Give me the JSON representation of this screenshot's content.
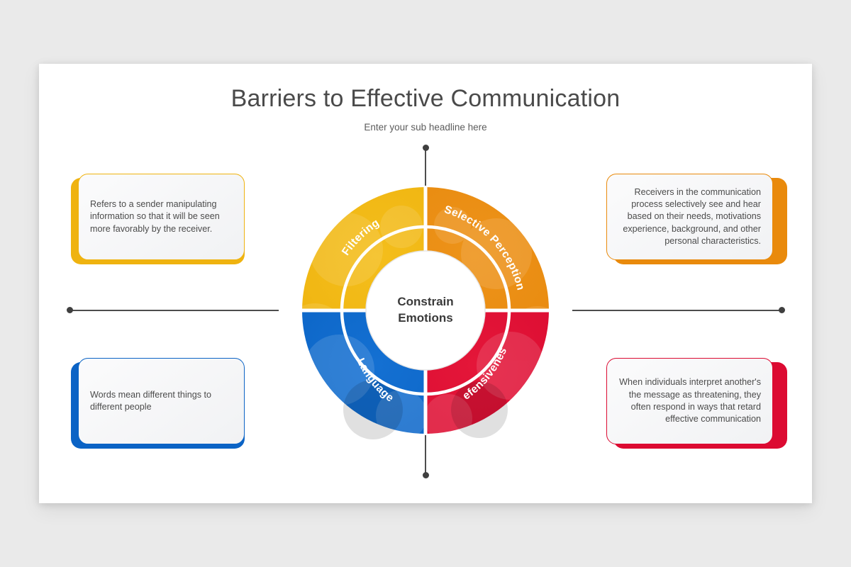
{
  "slide": {
    "title": "Barriers to Effective Communication",
    "subtitle": "Enter your sub headline here"
  },
  "wheel": {
    "center_line1": "Constrain",
    "center_line2": "Emotions",
    "segments": [
      {
        "key": "filtering",
        "label": "Filtering",
        "color": "#EFB310",
        "icon": "funnel-gear-icon",
        "position": "top-left"
      },
      {
        "key": "selective_perception",
        "label": "Selective Perception",
        "color": "#E98A0C",
        "icon": "hand-select-icon",
        "position": "top-right"
      },
      {
        "key": "language",
        "label": "Language",
        "color": "#0B63C5",
        "icon": "globe-translate-icon",
        "position": "bottom-left"
      },
      {
        "key": "defensiveness",
        "label": "Defensiveness",
        "color": "#DC0B32",
        "icon": "shield-check-icon",
        "position": "bottom-right"
      }
    ]
  },
  "cards": [
    {
      "key": "filtering",
      "text": "Refers to a sender manipulating information so that it will be seen more favorably by the receiver.",
      "color": "#EFB310",
      "side": "left"
    },
    {
      "key": "language",
      "text": "Words mean different things to different people",
      "color": "#0B63C5",
      "side": "left"
    },
    {
      "key": "selective_perception",
      "text": "Receivers in the communication process selectively see and hear based on their needs, motivations experience, background, and other personal characteristics.",
      "color": "#E98A0C",
      "side": "right"
    },
    {
      "key": "defensiveness",
      "text": "When individuals interpret another's the message as threatening, they often respond in ways that retard effective communication",
      "color": "#DC0B32",
      "side": "right"
    }
  ],
  "theme": {
    "connector_color": "#4d4d4d",
    "slide_background": "#ffffff",
    "page_background": "#eaeaea",
    "title_color": "#4a4a4a"
  }
}
